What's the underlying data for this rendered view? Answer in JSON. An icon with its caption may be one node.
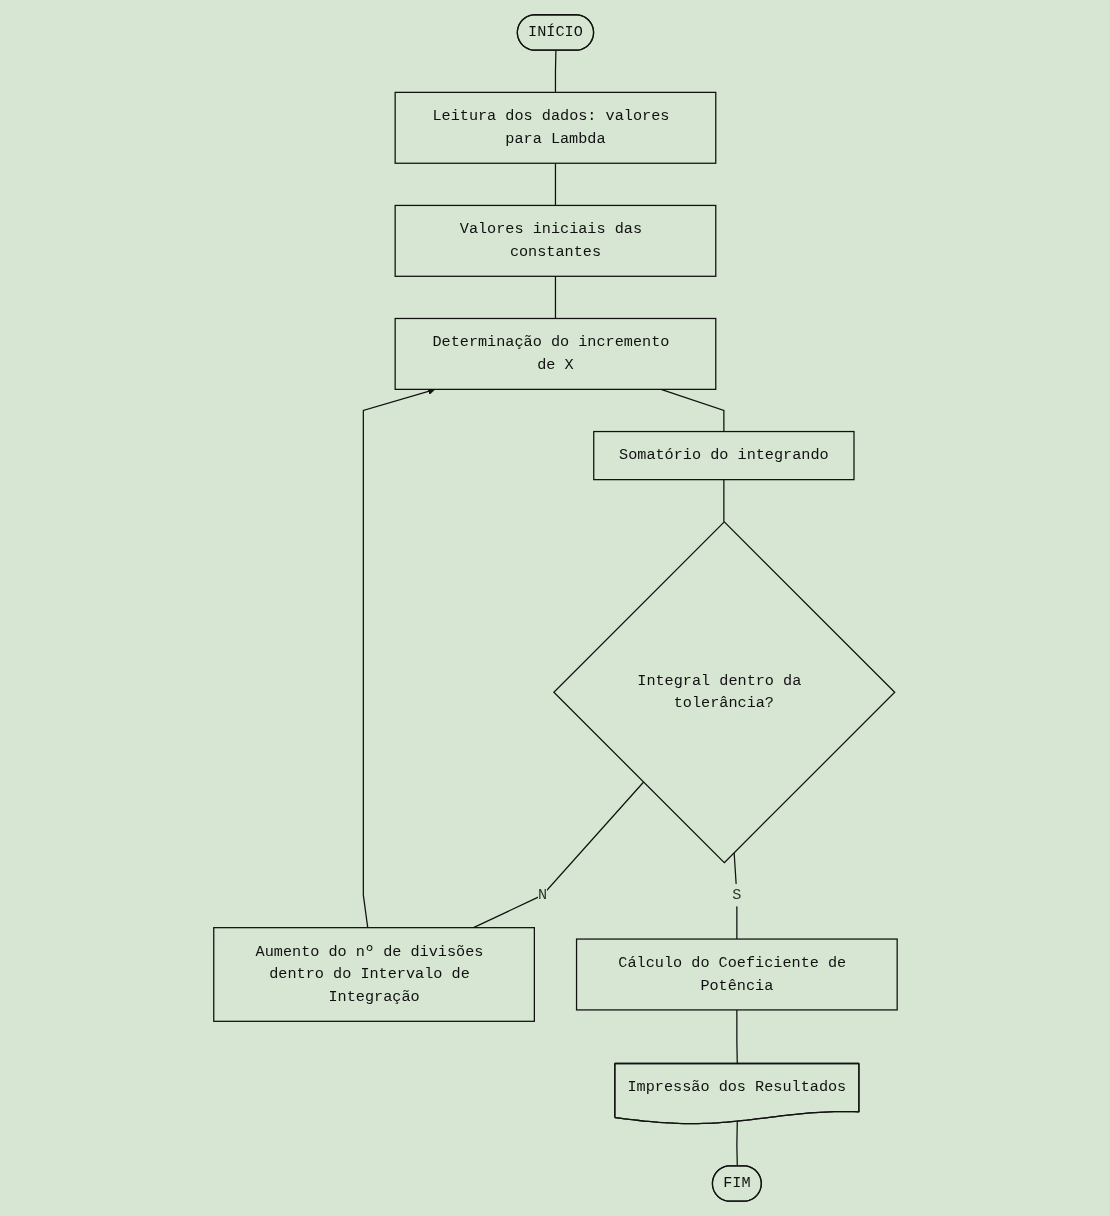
{
  "diagram": {
    "nodes": [
      {
        "text": [
          "INÍCIO"
        ]
      },
      {
        "text": [
          "Leitura dos dados: valores para Lambda"
        ]
      },
      {
        "text": [
          "Valores iniciais das constantes"
        ]
      },
      {
        "text": [
          "Determinação do incremento de X"
        ]
      },
      {
        "text": [
          "Aumento do nº de divisões dentro do Intervalo de Integração"
        ]
      },
      {
        "text": [
          "Somatório do integrando"
        ]
      },
      {
        "text": [
          "Integral dentro da tolerância?"
        ]
      },
      {
        "text": [
          "Cálculo do Coeficiente de Potência"
        ]
      },
      {
        "text": [
          "Impressão dos Resultados"
        ]
      },
      {
        "text": [
          "FIM"
        ]
      }
    ],
    "edges": [
      {
        "from": 0,
        "to": 1,
        "arrow": "none"
      },
      {
        "from": 1,
        "to": 2,
        "arrow": "none"
      },
      {
        "from": 2,
        "to": 3,
        "arrow": "none"
      },
      {
        "from": 3,
        "to": 5,
        "arrow": "none"
      },
      {
        "from": 5,
        "to": 6,
        "arrow": "none"
      },
      {
        "from": 6,
        "to": 4,
        "arrow": "none",
        "label": "N"
      },
      {
        "from": 4,
        "to": 3,
        "arrow": "to"
      },
      {
        "from": 6,
        "to": 7,
        "arrow": "none",
        "label": "S"
      },
      {
        "from": 7,
        "to": 8,
        "arrow": "none"
      },
      {
        "from": 8,
        "to": 9,
        "arrow": "none"
      }
    ]
  }
}
